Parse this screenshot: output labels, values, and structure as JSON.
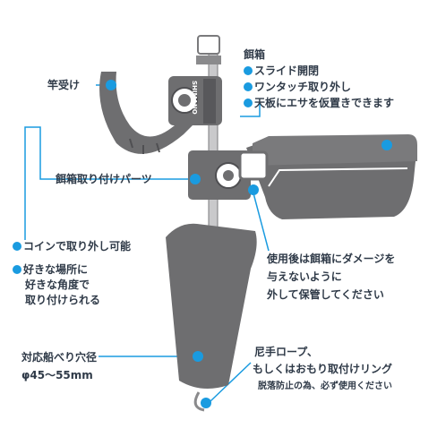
{
  "colors": {
    "accent": "#1a9be0",
    "part": "#6e6e70",
    "part_dark": "#4f4f52",
    "text": "#2f3a48"
  },
  "labels": {
    "rod_rest": "竿受け",
    "bait_box": "餌箱",
    "bait_box_features": [
      "スライド開閉",
      "ワンタッチ取り外し",
      "天板にエサを仮置きできます"
    ],
    "mount_parts": "餌箱取り付けパーツ",
    "coin_removal": "コインで取り外し可能",
    "attach_anywhere": [
      "好きな場所に",
      "好きな角度で",
      "取り付けられる"
    ],
    "after_use": [
      "使用後は餌箱にダメージを",
      "与えないように",
      "外して保管してください"
    ],
    "compatible_hole": [
      "対応船べり穴径",
      "φ45〜55mm"
    ],
    "rope": [
      "尼手ロープ、",
      "もしくはおもり取付けリング"
    ],
    "rope_note": "脱落防止の為、必ず使用ください",
    "brand_mark": "SHIMANO"
  },
  "icons": [
    "callout-dot-icon",
    "bullet-dot-icon"
  ]
}
